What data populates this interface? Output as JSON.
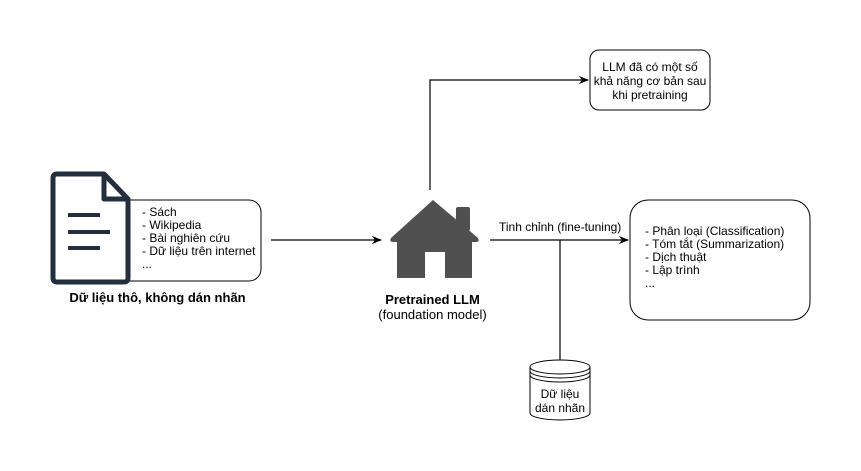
{
  "raw_data": {
    "title": "Dữ liệu thô, không dán nhãn",
    "items": [
      "- Sách",
      "- Wikipedia",
      "- Bài nghiên cứu",
      "- Dữ liệu trên internet",
      "..."
    ],
    "icon": "document-icon"
  },
  "model": {
    "title": "Pretrained LLM",
    "subtitle": "(foundation model)",
    "icon": "house-icon",
    "icon_color": "#505050"
  },
  "capabilities_note": {
    "lines": [
      "LLM đã có một số",
      "khả năng cơ bản sau",
      "khi pretraining"
    ]
  },
  "fine_tuning": {
    "label": "Tinh chỉnh (fine-tuning)",
    "tasks": [
      "- Phân loại (Classification)",
      "- Tóm tắt (Summarization)",
      "- Dịch thuật",
      "- Lập trình",
      "..."
    ]
  },
  "labeled_data": {
    "lines": [
      "Dữ liệu",
      "dán nhãn"
    ],
    "icon": "database-cylinder-icon"
  },
  "colors": {
    "doc_icon": "#232f3e",
    "stroke": "#000000"
  }
}
